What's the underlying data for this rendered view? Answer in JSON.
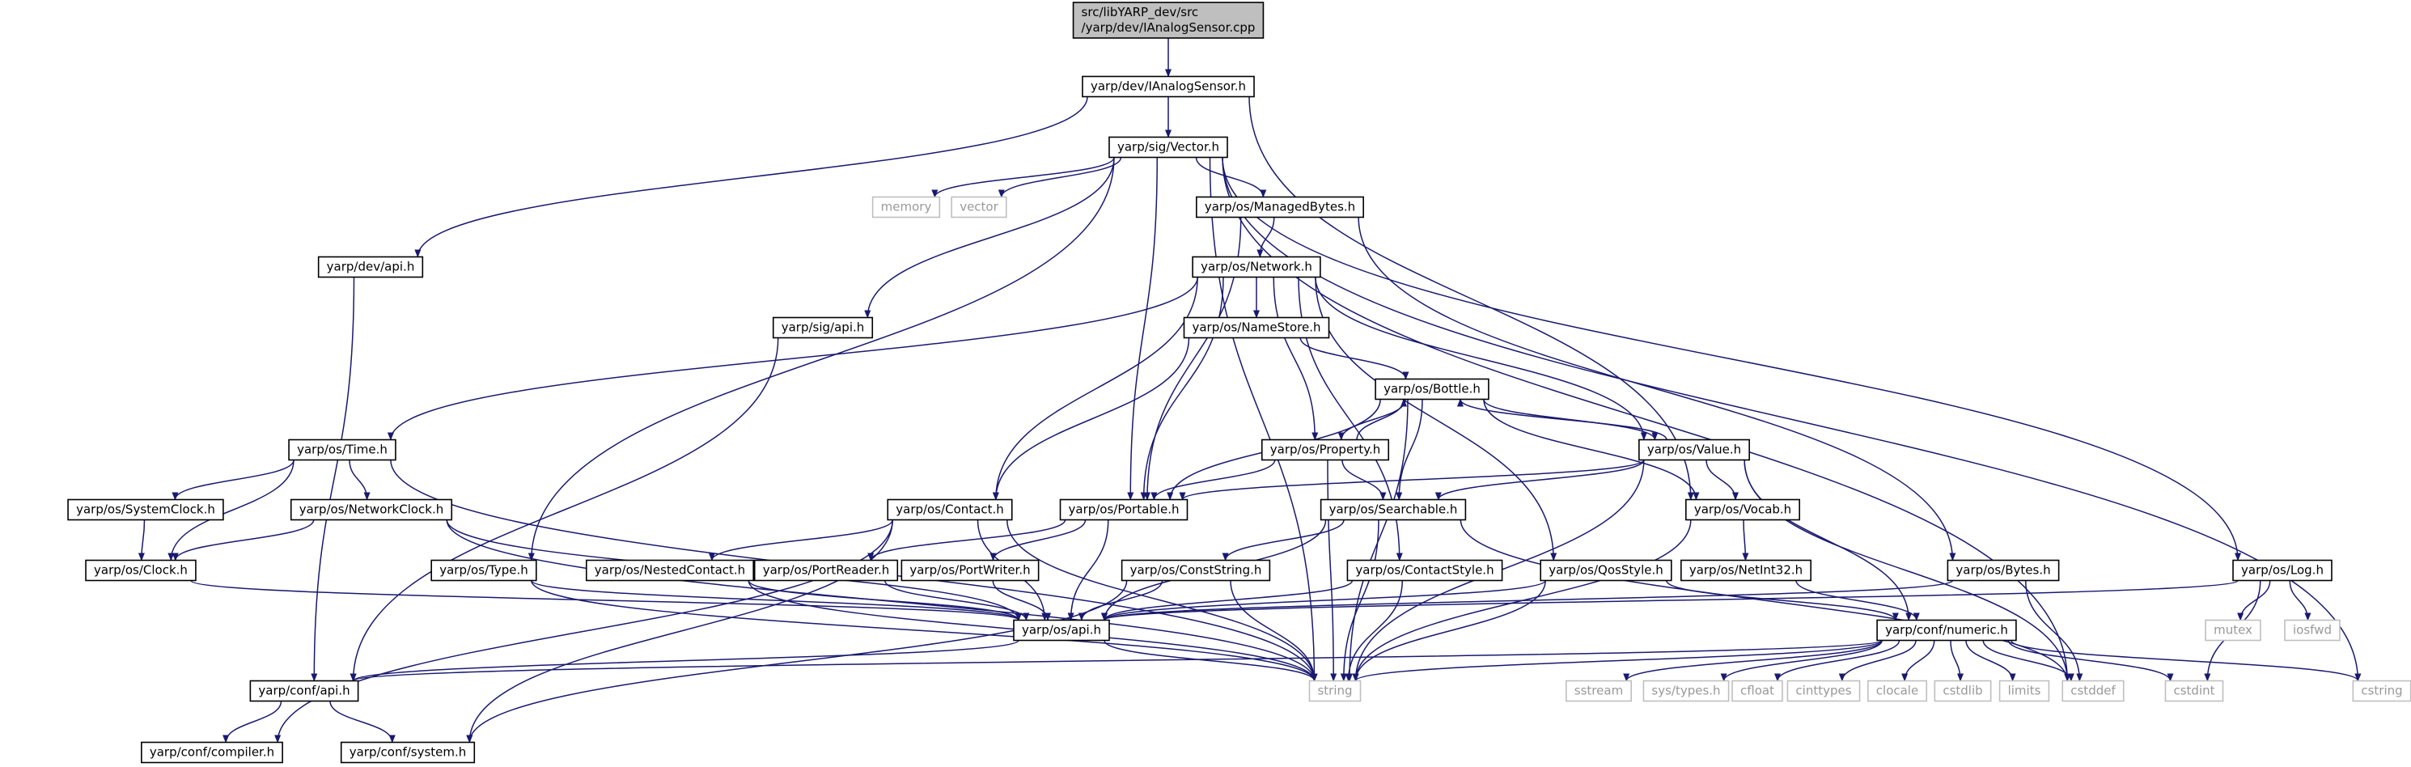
{
  "colors": {
    "edge": "#191970",
    "node_border": "#000000",
    "node_fill": "#ffffff",
    "root_fill": "#bfbfbf",
    "system_border": "#bfbfbf",
    "system_text": "#999999",
    "text": "#000000"
  },
  "nodes": [
    {
      "id": "root",
      "label": [
        "src/libYARP_dev/src",
        "/yarp/dev/IAnalogSensor.cpp"
      ],
      "kind": "root"
    },
    {
      "id": "IAnalogSensor",
      "label": [
        "yarp/dev/IAnalogSensor.h"
      ],
      "kind": "file"
    },
    {
      "id": "Vector",
      "label": [
        "yarp/sig/Vector.h"
      ],
      "kind": "file"
    },
    {
      "id": "devapi",
      "label": [
        "yarp/dev/api.h"
      ],
      "kind": "file"
    },
    {
      "id": "memory",
      "label": [
        "memory"
      ],
      "kind": "system"
    },
    {
      "id": "vector",
      "label": [
        "vector"
      ],
      "kind": "system"
    },
    {
      "id": "ManagedBytes",
      "label": [
        "yarp/os/ManagedBytes.h"
      ],
      "kind": "file"
    },
    {
      "id": "Network",
      "label": [
        "yarp/os/Network.h"
      ],
      "kind": "file"
    },
    {
      "id": "sigapi",
      "label": [
        "yarp/sig/api.h"
      ],
      "kind": "file"
    },
    {
      "id": "NameStore",
      "label": [
        "yarp/os/NameStore.h"
      ],
      "kind": "file"
    },
    {
      "id": "Bottle",
      "label": [
        "yarp/os/Bottle.h"
      ],
      "kind": "file"
    },
    {
      "id": "Time",
      "label": [
        "yarp/os/Time.h"
      ],
      "kind": "file"
    },
    {
      "id": "Property",
      "label": [
        "yarp/os/Property.h"
      ],
      "kind": "file"
    },
    {
      "id": "Value",
      "label": [
        "yarp/os/Value.h"
      ],
      "kind": "file"
    },
    {
      "id": "SystemClock",
      "label": [
        "yarp/os/SystemClock.h"
      ],
      "kind": "file"
    },
    {
      "id": "NetworkClock",
      "label": [
        "yarp/os/NetworkClock.h"
      ],
      "kind": "file"
    },
    {
      "id": "Contact",
      "label": [
        "yarp/os/Contact.h"
      ],
      "kind": "file"
    },
    {
      "id": "Portable",
      "label": [
        "yarp/os/Portable.h"
      ],
      "kind": "file"
    },
    {
      "id": "Searchable",
      "label": [
        "yarp/os/Searchable.h"
      ],
      "kind": "file"
    },
    {
      "id": "Vocab",
      "label": [
        "yarp/os/Vocab.h"
      ],
      "kind": "file"
    },
    {
      "id": "Clock",
      "label": [
        "yarp/os/Clock.h"
      ],
      "kind": "file"
    },
    {
      "id": "Type",
      "label": [
        "yarp/os/Type.h"
      ],
      "kind": "file"
    },
    {
      "id": "NestedContact",
      "label": [
        "yarp/os/NestedContact.h"
      ],
      "kind": "file"
    },
    {
      "id": "PortReader",
      "label": [
        "yarp/os/PortReader.h"
      ],
      "kind": "file"
    },
    {
      "id": "PortWriter",
      "label": [
        "yarp/os/PortWriter.h"
      ],
      "kind": "file"
    },
    {
      "id": "ConstString",
      "label": [
        "yarp/os/ConstString.h"
      ],
      "kind": "file"
    },
    {
      "id": "ContactStyle",
      "label": [
        "yarp/os/ContactStyle.h"
      ],
      "kind": "file"
    },
    {
      "id": "QosStyle",
      "label": [
        "yarp/os/QosStyle.h"
      ],
      "kind": "file"
    },
    {
      "id": "NetInt32",
      "label": [
        "yarp/os/NetInt32.h"
      ],
      "kind": "file"
    },
    {
      "id": "Bytes",
      "label": [
        "yarp/os/Bytes.h"
      ],
      "kind": "file"
    },
    {
      "id": "Log",
      "label": [
        "yarp/os/Log.h"
      ],
      "kind": "file"
    },
    {
      "id": "osapi",
      "label": [
        "yarp/os/api.h"
      ],
      "kind": "file"
    },
    {
      "id": "numeric",
      "label": [
        "yarp/conf/numeric.h"
      ],
      "kind": "file"
    },
    {
      "id": "mutex",
      "label": [
        "mutex"
      ],
      "kind": "system"
    },
    {
      "id": "iosfwd",
      "label": [
        "iosfwd"
      ],
      "kind": "system"
    },
    {
      "id": "confapi",
      "label": [
        "yarp/conf/api.h"
      ],
      "kind": "file"
    },
    {
      "id": "string",
      "label": [
        "string"
      ],
      "kind": "system"
    },
    {
      "id": "sstream",
      "label": [
        "sstream"
      ],
      "kind": "system"
    },
    {
      "id": "systypes",
      "label": [
        "sys/types.h"
      ],
      "kind": "system"
    },
    {
      "id": "cfloat",
      "label": [
        "cfloat"
      ],
      "kind": "system"
    },
    {
      "id": "cinttypes",
      "label": [
        "cinttypes"
      ],
      "kind": "system"
    },
    {
      "id": "clocale",
      "label": [
        "clocale"
      ],
      "kind": "system"
    },
    {
      "id": "cstdlib",
      "label": [
        "cstdlib"
      ],
      "kind": "system"
    },
    {
      "id": "limits",
      "label": [
        "limits"
      ],
      "kind": "system"
    },
    {
      "id": "cstddef",
      "label": [
        "cstddef"
      ],
      "kind": "system"
    },
    {
      "id": "cstdint",
      "label": [
        "cstdint"
      ],
      "kind": "system"
    },
    {
      "id": "cstring",
      "label": [
        "cstring"
      ],
      "kind": "system"
    },
    {
      "id": "compiler",
      "label": [
        "yarp/conf/compiler.h"
      ],
      "kind": "file"
    },
    {
      "id": "system",
      "label": [
        "yarp/conf/system.h"
      ],
      "kind": "file"
    }
  ],
  "edges": [
    [
      "root",
      "IAnalogSensor"
    ],
    [
      "IAnalogSensor",
      "Vector"
    ],
    [
      "IAnalogSensor",
      "devapi"
    ],
    [
      "IAnalogSensor",
      "Vocab"
    ],
    [
      "Vector",
      "memory"
    ],
    [
      "Vector",
      "vector"
    ],
    [
      "Vector",
      "ManagedBytes"
    ],
    [
      "Vector",
      "sigapi"
    ],
    [
      "Vector",
      "Portable"
    ],
    [
      "Vector",
      "Type"
    ],
    [
      "Vector",
      "Log"
    ],
    [
      "Vector",
      "string"
    ],
    [
      "Vector",
      "cstddef"
    ],
    [
      "Vector",
      "cstring"
    ],
    [
      "devapi",
      "confapi"
    ],
    [
      "sigapi",
      "confapi"
    ],
    [
      "ManagedBytes",
      "Network"
    ],
    [
      "ManagedBytes",
      "Portable"
    ],
    [
      "ManagedBytes",
      "Bytes"
    ],
    [
      "Network",
      "NameStore"
    ],
    [
      "Network",
      "Time"
    ],
    [
      "Network",
      "Contact"
    ],
    [
      "Network",
      "Portable"
    ],
    [
      "Network",
      "Property"
    ],
    [
      "Network",
      "Value"
    ],
    [
      "Network",
      "ContactStyle"
    ],
    [
      "Network",
      "QosStyle"
    ],
    [
      "NameStore",
      "Bottle"
    ],
    [
      "NameStore",
      "Contact"
    ],
    [
      "Bottle",
      "Property"
    ],
    [
      "Bottle",
      "Value"
    ],
    [
      "Bottle",
      "Portable"
    ],
    [
      "Bottle",
      "Searchable"
    ],
    [
      "Bottle",
      "Vocab"
    ],
    [
      "Bottle",
      "string"
    ],
    [
      "Property",
      "Bottle"
    ],
    [
      "Property",
      "Portable"
    ],
    [
      "Property",
      "Searchable"
    ],
    [
      "Property",
      "string"
    ],
    [
      "Value",
      "Bottle"
    ],
    [
      "Value",
      "Portable"
    ],
    [
      "Value",
      "Searchable"
    ],
    [
      "Value",
      "Vocab"
    ],
    [
      "Value",
      "numeric"
    ],
    [
      "Value",
      "string"
    ],
    [
      "Value",
      "cstddef"
    ],
    [
      "Time",
      "SystemClock"
    ],
    [
      "Time",
      "NetworkClock"
    ],
    [
      "Time",
      "Clock"
    ],
    [
      "Time",
      "string"
    ],
    [
      "SystemClock",
      "Clock"
    ],
    [
      "NetworkClock",
      "Clock"
    ],
    [
      "NetworkClock",
      "osapi"
    ],
    [
      "NetworkClock",
      "string"
    ],
    [
      "Clock",
      "osapi"
    ],
    [
      "Contact",
      "NestedContact"
    ],
    [
      "Contact",
      "osapi"
    ],
    [
      "Contact",
      "string"
    ],
    [
      "Contact",
      "compiler"
    ],
    [
      "Contact",
      "system"
    ],
    [
      "Portable",
      "PortReader"
    ],
    [
      "Portable",
      "PortWriter"
    ],
    [
      "Portable",
      "osapi"
    ],
    [
      "Searchable",
      "ConstString"
    ],
    [
      "Searchable",
      "osapi"
    ],
    [
      "Searchable",
      "string"
    ],
    [
      "Searchable",
      "cstddef"
    ],
    [
      "Vocab",
      "NetInt32"
    ],
    [
      "Vocab",
      "string"
    ],
    [
      "Type",
      "osapi"
    ],
    [
      "Type",
      "string"
    ],
    [
      "NestedContact",
      "osapi"
    ],
    [
      "NestedContact",
      "string"
    ],
    [
      "PortReader",
      "osapi"
    ],
    [
      "PortWriter",
      "osapi"
    ],
    [
      "ConstString",
      "osapi"
    ],
    [
      "ConstString",
      "string"
    ],
    [
      "ConstString",
      "system"
    ],
    [
      "ContactStyle",
      "osapi"
    ],
    [
      "ContactStyle",
      "string"
    ],
    [
      "QosStyle",
      "osapi"
    ],
    [
      "QosStyle",
      "numeric"
    ],
    [
      "QosStyle",
      "string"
    ],
    [
      "NetInt32",
      "numeric"
    ],
    [
      "Bytes",
      "osapi"
    ],
    [
      "Bytes",
      "cstddef"
    ],
    [
      "Log",
      "osapi"
    ],
    [
      "Log",
      "mutex"
    ],
    [
      "Log",
      "iosfwd"
    ],
    [
      "Log",
      "cstdint"
    ],
    [
      "osapi",
      "confapi"
    ],
    [
      "osapi",
      "string"
    ],
    [
      "numeric",
      "confapi"
    ],
    [
      "numeric",
      "string"
    ],
    [
      "numeric",
      "sstream"
    ],
    [
      "numeric",
      "systypes"
    ],
    [
      "numeric",
      "cfloat"
    ],
    [
      "numeric",
      "cinttypes"
    ],
    [
      "numeric",
      "clocale"
    ],
    [
      "numeric",
      "cstdlib"
    ],
    [
      "numeric",
      "limits"
    ],
    [
      "numeric",
      "cstddef"
    ],
    [
      "numeric",
      "cstdint"
    ],
    [
      "numeric",
      "cstring"
    ],
    [
      "confapi",
      "compiler"
    ],
    [
      "confapi",
      "system"
    ]
  ]
}
